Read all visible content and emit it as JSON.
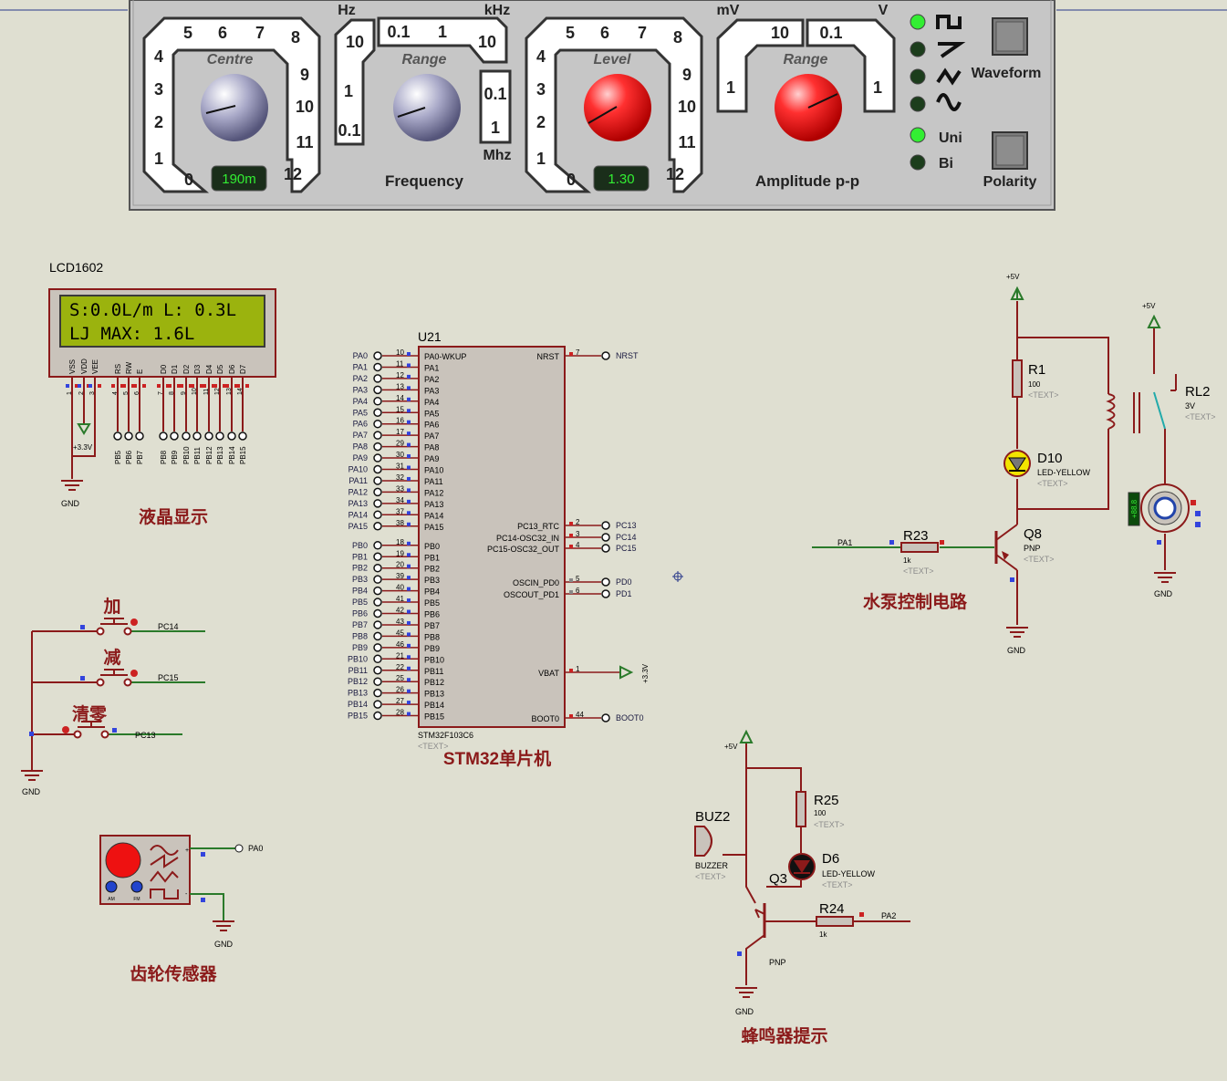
{
  "generator": {
    "centre": {
      "label": "Centre",
      "numbers": [
        "5",
        "6",
        "7",
        "8",
        "9",
        "10",
        "11",
        "12",
        "0",
        "1",
        "2",
        "3",
        "4"
      ],
      "display": "190m"
    },
    "freq_range": {
      "label": "Range",
      "unit_left": "Hz",
      "unit_right": "kHz",
      "unit_bottom": "Mhz",
      "numbers": [
        "10",
        "0.1",
        "1",
        "10",
        "1",
        "0.1",
        "0.1",
        "1"
      ],
      "caption": "Frequency"
    },
    "level": {
      "label": "Level",
      "numbers": [
        "5",
        "6",
        "7",
        "8",
        "9",
        "10",
        "11",
        "12",
        "0",
        "1",
        "2",
        "3",
        "4"
      ],
      "display": "1.30"
    },
    "amp_range": {
      "label": "Range",
      "unit_left": "mV",
      "unit_right": "V",
      "numbers": [
        "10",
        "0.1",
        "1",
        "1"
      ],
      "caption": "Amplitude p-p"
    },
    "waveform_button": "Waveform",
    "polarity_button": "Polarity",
    "polarity_options": [
      "Uni",
      "Bi"
    ],
    "colors": {
      "panel": "#c7c7c7",
      "led_on": "#33ee33",
      "led_off": "#1c3d1c",
      "knob_red": "#ee2222",
      "knob_grey": "#8d8db4"
    }
  },
  "lcd": {
    "name": "LCD1602",
    "line1": "S:0.0L/m L: 0.3L",
    "line2": "LJ MAX: 1.6L",
    "pins": [
      "VSS",
      "VDD",
      "VEE",
      "RS",
      "RW",
      "E",
      "D0",
      "D1",
      "D2",
      "D3",
      "D4",
      "D5",
      "D6",
      "D7"
    ],
    "pin_numbers": [
      "1",
      "2",
      "3",
      "4",
      "5",
      "6",
      "7",
      "8",
      "9",
      "10",
      "11",
      "12",
      "13",
      "14"
    ],
    "nets": [
      "PB5",
      "PB6",
      "PB7",
      "PB8",
      "PB9",
      "PB10",
      "PB11",
      "PB12",
      "PB13",
      "PB14",
      "PB15"
    ],
    "supply": "+3.3V",
    "gnd": "GND",
    "caption": "液晶显示"
  },
  "mcu": {
    "ref": "U21",
    "part": "STM32F103C6",
    "text": "<TEXT>",
    "caption": "STM32单片机",
    "left_pins": [
      {
        "net": "PA0",
        "num": "10",
        "name": "PA0-WKUP"
      },
      {
        "net": "PA1",
        "num": "11",
        "name": "PA1"
      },
      {
        "net": "PA2",
        "num": "12",
        "name": "PA2"
      },
      {
        "net": "PA3",
        "num": "13",
        "name": "PA3"
      },
      {
        "net": "PA4",
        "num": "14",
        "name": "PA4"
      },
      {
        "net": "PA5",
        "num": "15",
        "name": "PA5"
      },
      {
        "net": "PA6",
        "num": "16",
        "name": "PA6"
      },
      {
        "net": "PA7",
        "num": "17",
        "name": "PA7"
      },
      {
        "net": "PA8",
        "num": "29",
        "name": "PA8"
      },
      {
        "net": "PA9",
        "num": "30",
        "name": "PA9"
      },
      {
        "net": "PA10",
        "num": "31",
        "name": "PA10"
      },
      {
        "net": "PA11",
        "num": "32",
        "name": "PA11"
      },
      {
        "net": "PA12",
        "num": "33",
        "name": "PA12"
      },
      {
        "net": "PA13",
        "num": "34",
        "name": "PA13"
      },
      {
        "net": "PA14",
        "num": "37",
        "name": "PA14"
      },
      {
        "net": "PA15",
        "num": "38",
        "name": "PA15"
      },
      {
        "net": "PB0",
        "num": "18",
        "name": "PB0"
      },
      {
        "net": "PB1",
        "num": "19",
        "name": "PB1"
      },
      {
        "net": "PB2",
        "num": "20",
        "name": "PB2"
      },
      {
        "net": "PB3",
        "num": "39",
        "name": "PB3"
      },
      {
        "net": "PB4",
        "num": "40",
        "name": "PB4"
      },
      {
        "net": "PB5",
        "num": "41",
        "name": "PB5"
      },
      {
        "net": "PB6",
        "num": "42",
        "name": "PB6"
      },
      {
        "net": "PB7",
        "num": "43",
        "name": "PB7"
      },
      {
        "net": "PB8",
        "num": "45",
        "name": "PB8"
      },
      {
        "net": "PB9",
        "num": "46",
        "name": "PB9"
      },
      {
        "net": "PB10",
        "num": "21",
        "name": "PB10"
      },
      {
        "net": "PB11",
        "num": "22",
        "name": "PB11"
      },
      {
        "net": "PB12",
        "num": "25",
        "name": "PB12"
      },
      {
        "net": "PB13",
        "num": "26",
        "name": "PB13"
      },
      {
        "net": "PB14",
        "num": "27",
        "name": "PB14"
      },
      {
        "net": "PB15",
        "num": "28",
        "name": "PB15"
      }
    ],
    "right_pins": [
      {
        "net": "NRST",
        "num": "7",
        "name": "NRST"
      },
      {
        "net": "PC13",
        "num": "2",
        "name": "PC13_RTC"
      },
      {
        "net": "PC14",
        "num": "3",
        "name": "PC14-OSC32_IN"
      },
      {
        "net": "PC15",
        "num": "4",
        "name": "PC15-OSC32_OUT"
      },
      {
        "net": "PD0",
        "num": "5",
        "name": "OSCIN_PD0"
      },
      {
        "net": "PD1",
        "num": "6",
        "name": "OSCOUT_PD1"
      },
      {
        "net": "+3.3V",
        "num": "1",
        "name": "VBAT"
      },
      {
        "net": "BOOT0",
        "num": "44",
        "name": "BOOT0"
      }
    ]
  },
  "buttons": {
    "items": [
      {
        "label": "加",
        "net": "PC14"
      },
      {
        "label": "减",
        "net": "PC15"
      },
      {
        "label": "清零",
        "net": "PC13"
      }
    ],
    "gnd": "GND"
  },
  "sensor": {
    "net": "PA0",
    "gnd": "GND",
    "caption": "齿轮传感器",
    "am": "AM",
    "fm": "FM"
  },
  "pump": {
    "supply": "+5V",
    "relay_supply": "+5V",
    "r1": {
      "ref": "R1",
      "value": "100",
      "text": "<TEXT>"
    },
    "relay": {
      "ref": "RL2",
      "value": "3V",
      "text": "<TEXT>"
    },
    "led": {
      "ref": "D10",
      "value": "LED-YELLOW",
      "text": "<TEXT>"
    },
    "r23": {
      "ref": "R23",
      "value": "1k",
      "text": "<TEXT>"
    },
    "q8": {
      "ref": "Q8",
      "value": "PNP",
      "text": "<TEXT>"
    },
    "input": "PA1",
    "motor_display": "+88.8",
    "gnd": "GND",
    "caption": "水泵控制电路"
  },
  "buzzer": {
    "supply": "+5V",
    "buz": {
      "ref": "BUZ2",
      "value": "BUZZER",
      "text": "<TEXT>"
    },
    "r25": {
      "ref": "R25",
      "value": "100",
      "text": "<TEXT>"
    },
    "led": {
      "ref": "D6",
      "value": "LED-YELLOW",
      "text": "<TEXT>"
    },
    "q3": {
      "ref": "Q3",
      "value": "PNP"
    },
    "r24": {
      "ref": "R24",
      "value": "1k"
    },
    "input": "PA2",
    "gnd": "GND",
    "caption": "蜂鸣器提示"
  }
}
